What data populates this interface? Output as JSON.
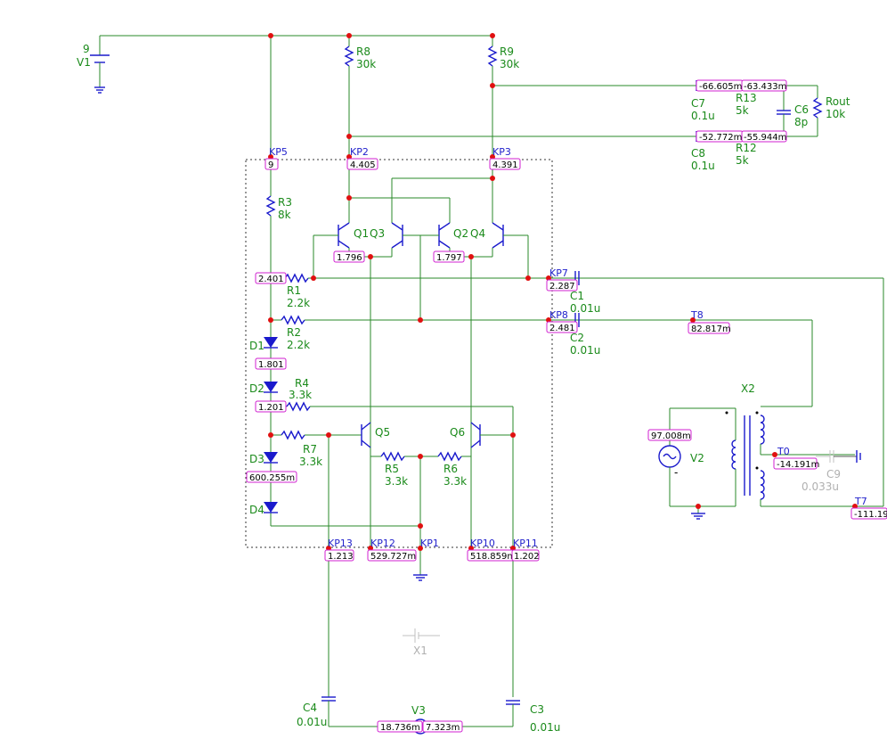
{
  "components": {
    "V1": {
      "ref": "V1",
      "value": "9"
    },
    "R8": {
      "ref": "R8",
      "value": "30k"
    },
    "R9": {
      "ref": "R9",
      "value": "30k"
    },
    "R3": {
      "ref": "R3",
      "value": "8k"
    },
    "R1": {
      "ref": "R1",
      "value": "2.2k"
    },
    "R2": {
      "ref": "R2",
      "value": "2.2k"
    },
    "R4": {
      "ref": "R4",
      "value": "3.3k"
    },
    "R7": {
      "ref": "R7",
      "value": "3.3k"
    },
    "R5": {
      "ref": "R5",
      "value": "3.3k"
    },
    "R6": {
      "ref": "R6",
      "value": "3.3k"
    },
    "C1": {
      "ref": "C1",
      "value": "0.01u"
    },
    "C2": {
      "ref": "C2",
      "value": "0.01u"
    },
    "C3": {
      "ref": "C3",
      "value": "0.01u"
    },
    "C4": {
      "ref": "C4",
      "value": "0.01u"
    },
    "C6": {
      "ref": "C6",
      "value": "8p"
    },
    "C7": {
      "ref": "C7",
      "value": "0.1u"
    },
    "C8": {
      "ref": "C8",
      "value": "0.1u"
    },
    "C9": {
      "ref": "C9",
      "value": "0.033u"
    },
    "R12": {
      "ref": "R12",
      "value": "5k"
    },
    "R13": {
      "ref": "R13",
      "value": "5k"
    },
    "Rout": {
      "ref": "Rout",
      "value": "10k"
    },
    "Q1": {
      "ref": "Q1"
    },
    "Q2": {
      "ref": "Q2"
    },
    "Q3": {
      "ref": "Q3"
    },
    "Q4": {
      "ref": "Q4"
    },
    "Q5": {
      "ref": "Q5"
    },
    "Q6": {
      "ref": "Q6"
    },
    "D1": {
      "ref": "D1"
    },
    "D2": {
      "ref": "D2"
    },
    "D3": {
      "ref": "D3"
    },
    "D4": {
      "ref": "D4"
    },
    "X1": {
      "ref": "X1"
    },
    "X2": {
      "ref": "X2"
    },
    "V2": {
      "ref": "V2",
      "minus": "-"
    },
    "V3": {
      "ref": "V3"
    }
  },
  "ports": {
    "KP1": "KP1",
    "KP2": "KP2",
    "KP3": "KP3",
    "KP5": "KP5",
    "KP7": "KP7",
    "KP8": "KP8",
    "KP10": "KP10",
    "KP11": "KP11",
    "KP12": "KP12",
    "KP13": "KP13",
    "T0": "T0",
    "T7": "T7",
    "T8": "T8"
  },
  "probes": {
    "kp5": "9",
    "kp2": "4.405",
    "kp3": "4.391",
    "q1b": "1.796",
    "q2b": "1.797",
    "r1n": "2.401",
    "kp7": "2.287",
    "kp8": "2.481",
    "d1": "1.801",
    "d2": "1.201",
    "d3": "600.255m",
    "kp13": "1.213",
    "kp12": "529.727m",
    "kp10": "518.859m",
    "kp11": "1.202",
    "c7": "-66.605m",
    "r13": "-63.433m",
    "c8": "-52.772m",
    "r12": "-55.944m",
    "t8": "82.817m",
    "v2": "97.008m",
    "t0": "-14.191m",
    "t7": "-111.19",
    "v3a": "18.736m",
    "v3b": "7.323m"
  }
}
